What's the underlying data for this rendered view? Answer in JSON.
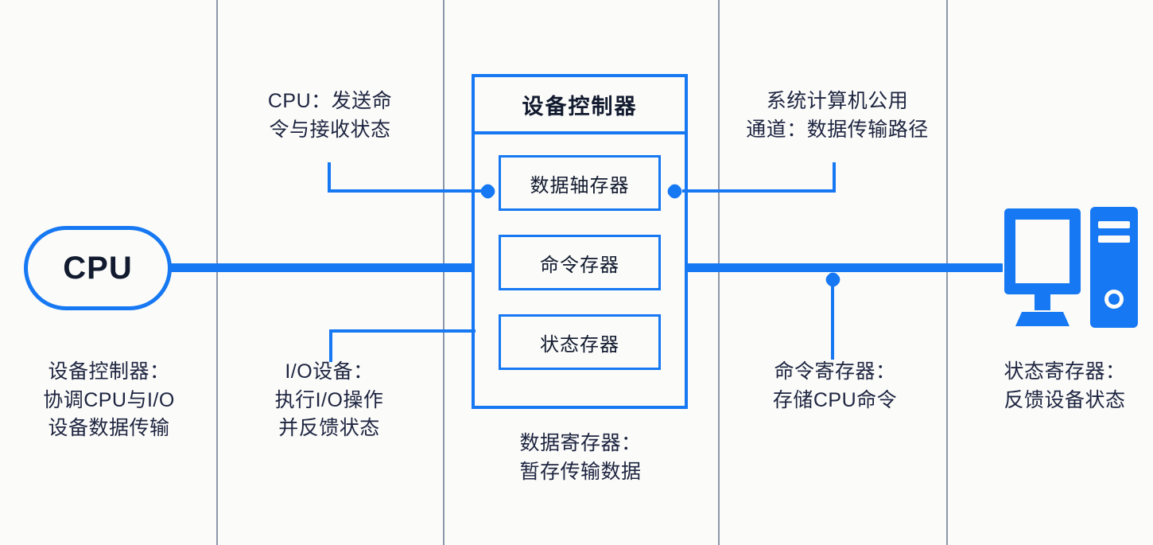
{
  "theme": {
    "accent_blue": "#1678f2",
    "text_dark": "#1d2440",
    "divider_gray": "#8691a6",
    "background": "#fbfbf9"
  },
  "nodes": {
    "cpu": {
      "label": "CPU"
    },
    "controller": {
      "title": "设备控制器",
      "registers": [
        {
          "label": "数据轴存器"
        },
        {
          "label": "命令存器"
        },
        {
          "label": "状态存器"
        }
      ]
    },
    "computer": {
      "icon": "desktop-computer-icon"
    }
  },
  "callouts": {
    "cpu_send": "CPU：发送命\n令与接收状态",
    "system_channel": "系统计算机公用\n通道：数据传输路径",
    "device_controller": "设备控制器：\n协调CPU与I/O\n设备数据传输",
    "io_device": "I/O设备：\n执行I/O操作\n并反馈状态",
    "data_register": "数据寄存器：\n暂存传输数据",
    "command_register": "命令寄存器：\n存储CPU命令",
    "status_register": "状态寄存器：\n反馈设备状态"
  },
  "dividers": [
    272,
    557,
    903,
    1190
  ]
}
